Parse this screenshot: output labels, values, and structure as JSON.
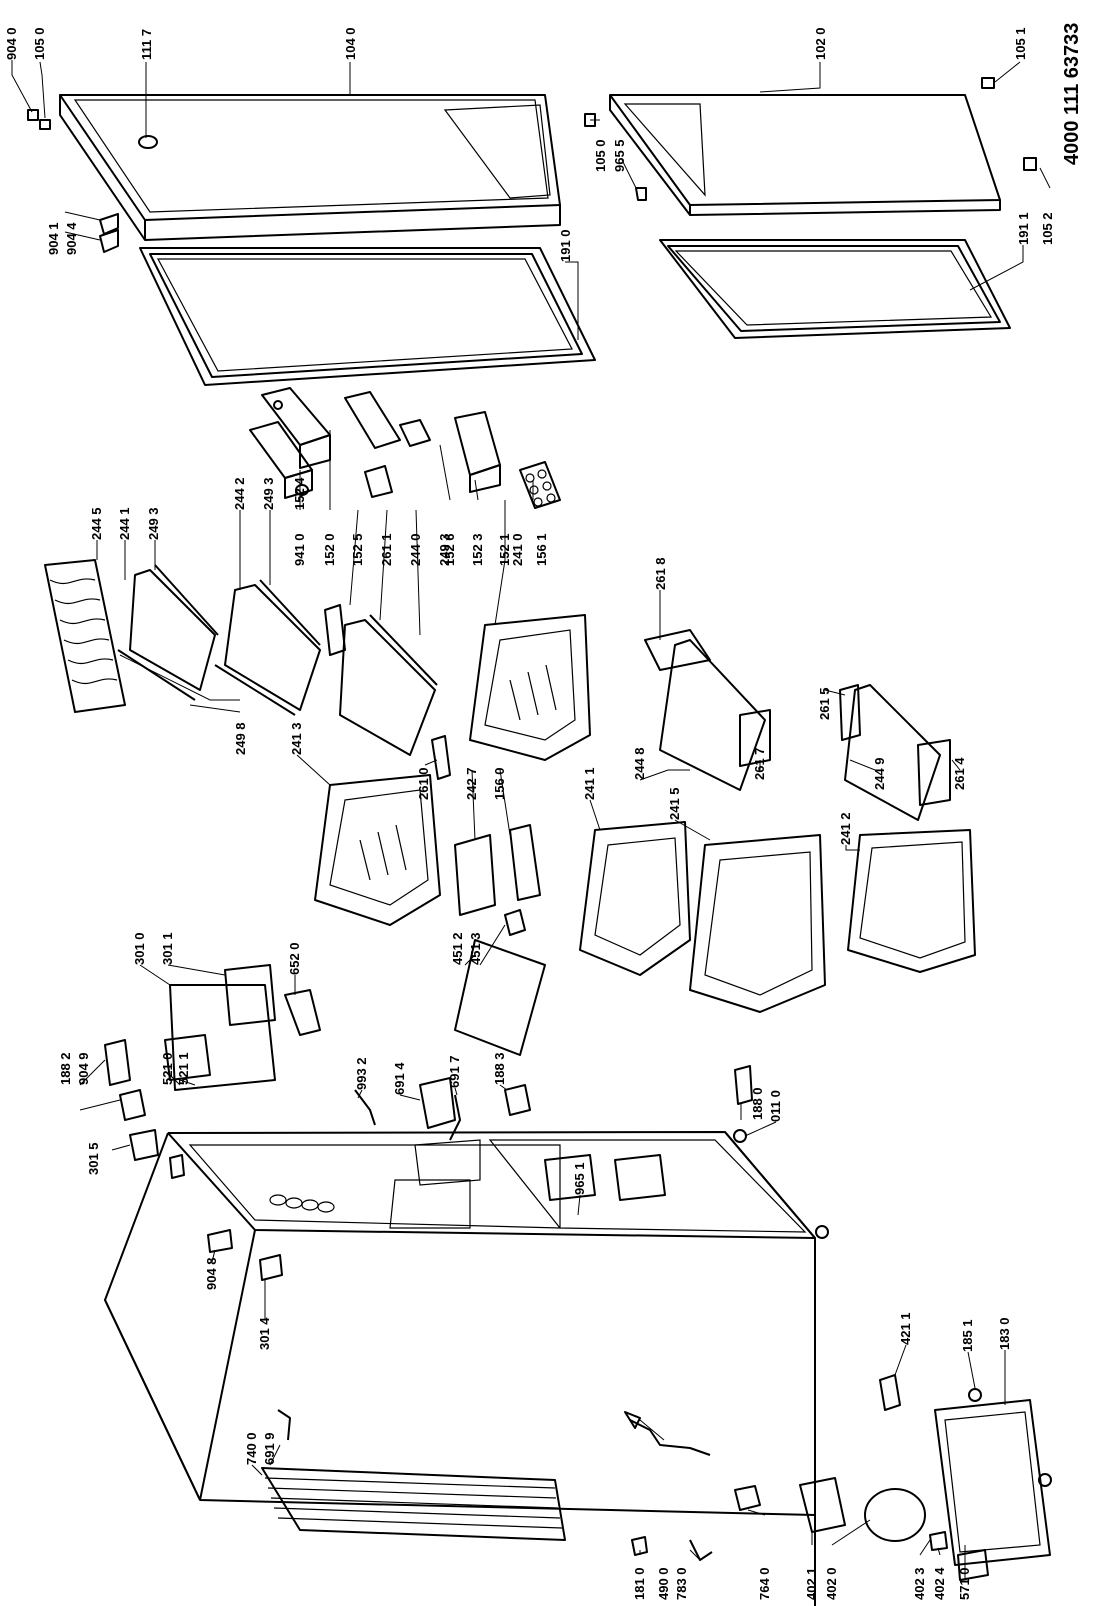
{
  "document_number": "4000 111 63733",
  "labels": [
    {
      "id": "9040",
      "text": "904 0"
    },
    {
      "id": "1050a",
      "text": "105 0"
    },
    {
      "id": "1117",
      "text": "111 7"
    },
    {
      "id": "1040",
      "text": "104 0"
    },
    {
      "id": "9041",
      "text": "904 1"
    },
    {
      "id": "9044",
      "text": "904 4"
    },
    {
      "id": "1910",
      "text": "191 0"
    },
    {
      "id": "1020",
      "text": "102 0"
    },
    {
      "id": "1051",
      "text": "105 1"
    },
    {
      "id": "1050b",
      "text": "105 0"
    },
    {
      "id": "9655",
      "text": "965 5"
    },
    {
      "id": "1911",
      "text": "191 1"
    },
    {
      "id": "1052",
      "text": "105 2"
    },
    {
      "id": "2445",
      "text": "244 5"
    },
    {
      "id": "2441",
      "text": "244 1"
    },
    {
      "id": "2493a",
      "text": "249 3"
    },
    {
      "id": "2442",
      "text": "244 2"
    },
    {
      "id": "2493b",
      "text": "249 3"
    },
    {
      "id": "1524",
      "text": "152 4"
    },
    {
      "id": "9410",
      "text": "941 0"
    },
    {
      "id": "1520",
      "text": "152 0"
    },
    {
      "id": "1525",
      "text": "152 5"
    },
    {
      "id": "2611",
      "text": "261 1"
    },
    {
      "id": "2440",
      "text": "244 0"
    },
    {
      "id": "2493c",
      "text": "249 3"
    },
    {
      "id": "1526",
      "text": "152 6"
    },
    {
      "id": "1523",
      "text": "152 3"
    },
    {
      "id": "1521",
      "text": "152 1"
    },
    {
      "id": "2410",
      "text": "241 0"
    },
    {
      "id": "1561",
      "text": "156 1"
    },
    {
      "id": "2618",
      "text": "261 8"
    },
    {
      "id": "2498",
      "text": "249 8"
    },
    {
      "id": "2413",
      "text": "241 3"
    },
    {
      "id": "2610",
      "text": "261 0"
    },
    {
      "id": "2427",
      "text": "242 7"
    },
    {
      "id": "1560",
      "text": "156 0"
    },
    {
      "id": "2411",
      "text": "241 1"
    },
    {
      "id": "2448",
      "text": "244 8"
    },
    {
      "id": "2415",
      "text": "241 5"
    },
    {
      "id": "2617",
      "text": "261 7"
    },
    {
      "id": "2615",
      "text": "261 5"
    },
    {
      "id": "2449",
      "text": "244 9"
    },
    {
      "id": "2614",
      "text": "261 4"
    },
    {
      "id": "2412",
      "text": "241 2"
    },
    {
      "id": "3010",
      "text": "301 0"
    },
    {
      "id": "3011",
      "text": "301 1"
    },
    {
      "id": "6520",
      "text": "652 0"
    },
    {
      "id": "1882",
      "text": "188 2"
    },
    {
      "id": "9049",
      "text": "904 9"
    },
    {
      "id": "5210",
      "text": "521 0"
    },
    {
      "id": "5211",
      "text": "521 1"
    },
    {
      "id": "4512",
      "text": "451 2"
    },
    {
      "id": "4513",
      "text": "451 3"
    },
    {
      "id": "9932",
      "text": "993 2"
    },
    {
      "id": "6914",
      "text": "691 4"
    },
    {
      "id": "6917",
      "text": "691 7"
    },
    {
      "id": "1883",
      "text": "188 3"
    },
    {
      "id": "1880",
      "text": "188 0"
    },
    {
      "id": "0110",
      "text": "011 0"
    },
    {
      "id": "3015",
      "text": "301 5"
    },
    {
      "id": "9651",
      "text": "965 1"
    },
    {
      "id": "9048",
      "text": "904 8"
    },
    {
      "id": "3014",
      "text": "301 4"
    },
    {
      "id": "7400",
      "text": "740 0"
    },
    {
      "id": "6919",
      "text": "691 9"
    },
    {
      "id": "4211",
      "text": "421 1"
    },
    {
      "id": "1851",
      "text": "185 1"
    },
    {
      "id": "1830",
      "text": "183 0"
    },
    {
      "id": "1810",
      "text": "181 0"
    },
    {
      "id": "4900",
      "text": "490 0"
    },
    {
      "id": "7830",
      "text": "783 0"
    },
    {
      "id": "7640",
      "text": "764 0"
    },
    {
      "id": "4021",
      "text": "402 1"
    },
    {
      "id": "4020",
      "text": "402 0"
    },
    {
      "id": "4023",
      "text": "402 3"
    },
    {
      "id": "4024",
      "text": "402 4"
    },
    {
      "id": "5710",
      "text": "571 0"
    }
  ]
}
